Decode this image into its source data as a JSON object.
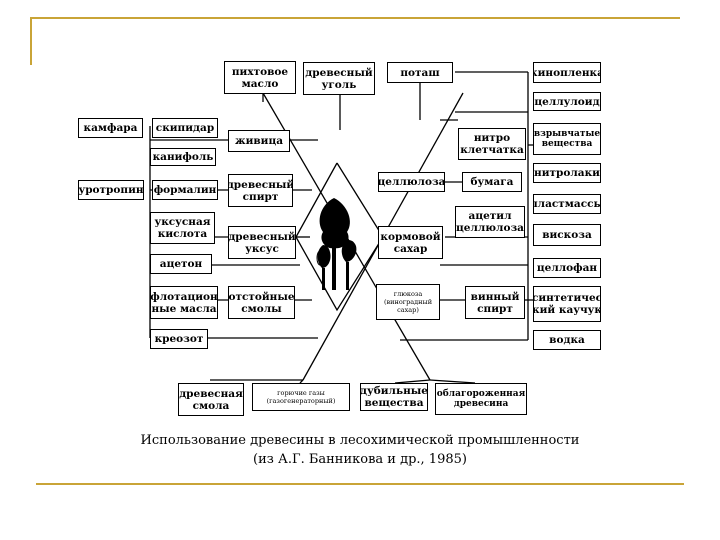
{
  "diagram": {
    "nodes": {
      "pikhtovoe_maslo": "пихтовое\nмасло",
      "drevesny_ugol": "древесный\nуголь",
      "potash": "поташ",
      "kinoplenka": "кинопленка",
      "celluloid": "целлулоид",
      "kamfara": "камфара",
      "skipidar": "скипидар",
      "zhivitsa": "живица",
      "nitrokletchatka": "нитро\nклетчатка",
      "vzryvchatye": "взрывчатые\nвещества",
      "kanifol": "канифоль",
      "urotropin": "уротропин",
      "formalin": "формалин",
      "drevesny_spirt": "древесный\nспирт",
      "cellyuloza": "целлюлоза",
      "bumaga": "бумага",
      "nitrolaki": "нитролаки",
      "uksusnaya_kislota": "уксусная\nкислота",
      "drevesny_uksus": "древесный\nуксус",
      "acetil_cellyuloza": "ацетил\nцеллюлоза",
      "plastmassy": "пластмассы",
      "kormovoy_sakhar": "кормовой\nсахар",
      "viskoza": "вискоза",
      "aceton": "ацетон",
      "cellofan": "целлофан",
      "flotacionnye": "флотацион\nные масла",
      "otstoynye": "отстойные\nсмолы",
      "glyukoza": "глюкоза\n(виноградный\nсахар)",
      "vinny_spirt": "винный\nспирт",
      "sinteticheskiy_kauchuk": "синтетичес\nкий каучук",
      "kreozot": "креозот",
      "vodka": "водка",
      "drevesnaya_smola": "древесная\nсмола",
      "goryuchie_gazy": "горючие газы\n(газогенераторный)",
      "dubilnye": "дубильные\nвещества",
      "oblagorozhennaya": "облагороженная\nдревесина"
    }
  },
  "caption": {
    "line1": "Использование древесины в лесохимической промышленности",
    "line2": "(из А.Г. Банникова и др., 1985)"
  },
  "colors": {
    "frame": "#c9a437",
    "line": "#000000",
    "tree": "#000000"
  }
}
